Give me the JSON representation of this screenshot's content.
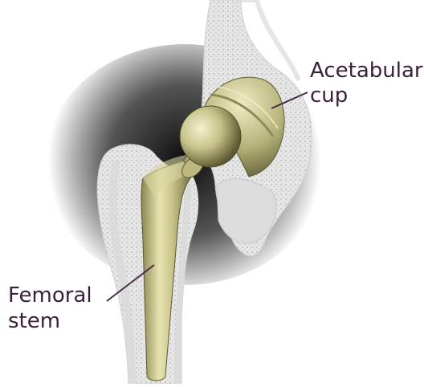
{
  "labels": {
    "acetabular_line1": "Acetabular",
    "acetabular_line2": "cup",
    "femoral_line1": "Femoral",
    "femoral_line2": "stem"
  },
  "colors": {
    "label_text": "#3a1f3a",
    "leader_line": "#4a2a4a",
    "implant_metal": "#c9c48a",
    "bone": "#e4e4e4"
  }
}
